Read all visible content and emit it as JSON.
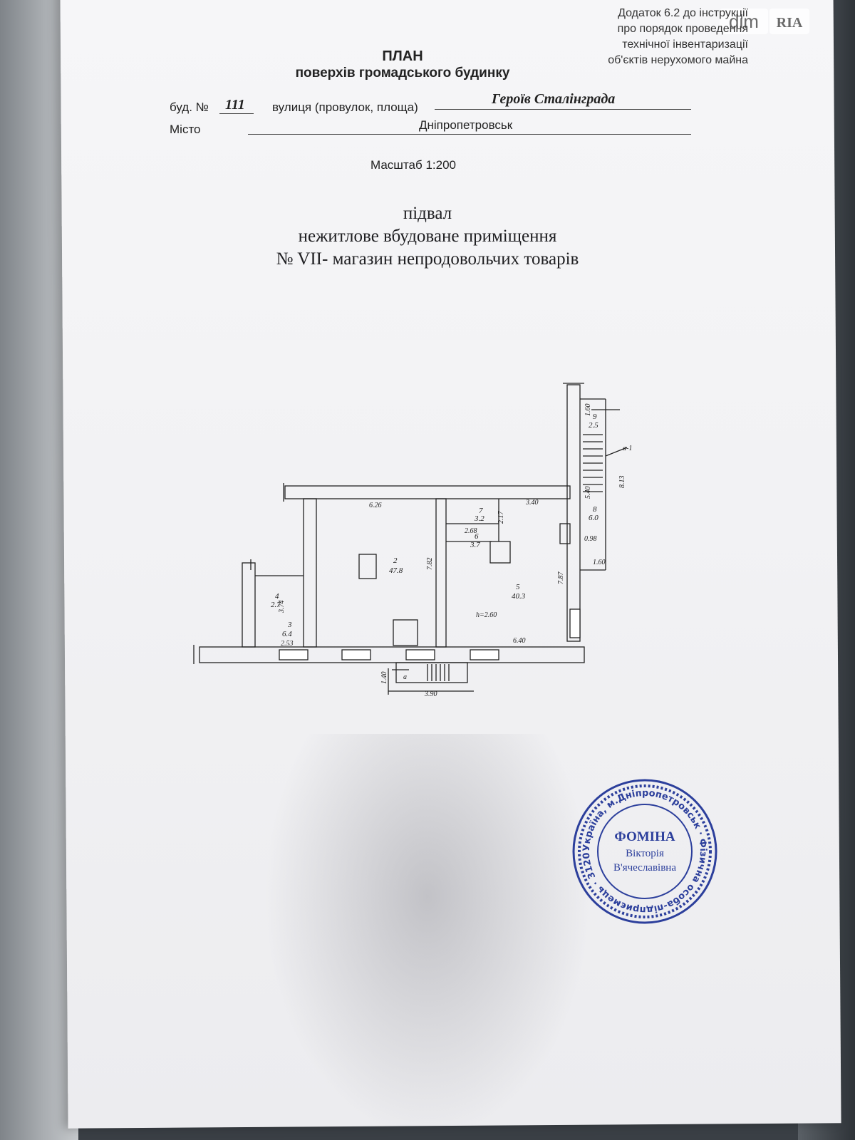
{
  "watermark": {
    "dim": "dim",
    "ria": "RIA"
  },
  "appendix": {
    "lines": [
      "Додаток 6.2 до інструкції",
      "про  порядок проведення",
      "технічної  інвентаризації",
      "об'єктів нерухомого майна"
    ]
  },
  "header": {
    "title": "ПЛАН",
    "subtitle": "поверхів громадського будинку"
  },
  "address": {
    "building_label": "буд. №",
    "building_number": "111",
    "street_label": "вулиця (провулок, площа)",
    "street_value": "Героїв Сталінграда",
    "city_label": "Місто",
    "city_value": "Дніпропетровськ"
  },
  "scale": "Масштаб 1:200",
  "description": {
    "floor": "підвал",
    "premise": "нежитлове вбудоване приміщення",
    "premise_use": "№ VII- магазин непродовольчих товарів"
  },
  "floor_plan": {
    "rooms": [
      {
        "number": "2",
        "area": "47.8"
      },
      {
        "number": "3",
        "area": "6.4"
      },
      {
        "number": "4",
        "area": "2.7"
      },
      {
        "number": "5",
        "area": "40.3"
      },
      {
        "number": "6",
        "area": "3.7"
      },
      {
        "number": "7",
        "area": "3.2"
      },
      {
        "number": "8",
        "area": "6.0"
      },
      {
        "number": "9",
        "area": "2.5"
      }
    ],
    "dimensions": [
      "6.26",
      "3.40",
      "2.17",
      "2.68",
      "7.82",
      "7.87",
      "3.74",
      "2.53",
      "6.40",
      "1.40",
      "3.90",
      "1.60",
      "5.40",
      "8.13",
      "0.98",
      "1.60"
    ],
    "ceiling_height": "h=2.60",
    "annex_label": "a-1",
    "entrance_label": "a"
  },
  "stamp": {
    "ring_text": "Україна, м.Дніпропетровськ · Фізична особа-підприємець · 3120005327",
    "surname": "ФОМІНА",
    "first_name": "Вікторія",
    "patronymic": "В'ячеславівна"
  }
}
